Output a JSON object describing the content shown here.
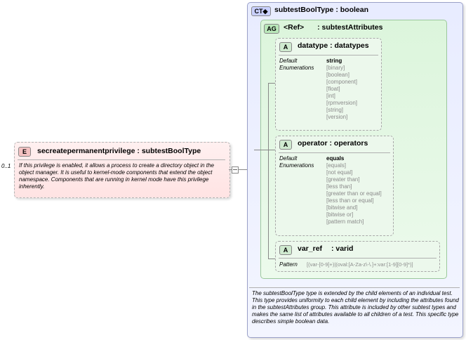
{
  "element": {
    "badge": "E",
    "title": "secreatepermanentprivilege",
    "type": ": subtestBoolType",
    "cardinality": "0..1",
    "description": "If this privilege is enabled, it allows a process to create a directory object in the object manager. It is useful to kernel-mode components that extend the object namespace. Components that are running in kernel mode have this privilege inherently."
  },
  "complex_type": {
    "badge": "CT",
    "title": "subtestBoolType",
    "type": ": boolean",
    "description": "The subtestBoolType type is extended by the child elements of an individual test.  This type provides uniformity to each child element by including the attributes found in the subtestAttributes group.  This attribute is included by other subtest types and makes the same list of attributes available to all children of a test.  This specific type describes simple boolean data."
  },
  "attribute_group": {
    "badge": "AG",
    "ref_label": "<Ref>",
    "name": ": subtestAttributes"
  },
  "attributes": [
    {
      "badge": "A",
      "name": "datatype",
      "type": ": datatypes",
      "default_label": "Default",
      "enum_label": "Enumerations",
      "default_value": "string",
      "enumerations": [
        "[binary]",
        "[boolean]",
        "[component]",
        "[float]",
        "[int]",
        "[rpmversion]",
        "[string]",
        "[version]"
      ]
    },
    {
      "badge": "A",
      "name": "operator",
      "type": ": operators",
      "default_label": "Default",
      "enum_label": "Enumerations",
      "default_value": "equals",
      "enumerations": [
        "[equals]",
        "[not equal]",
        "[greater than]",
        "[less than]",
        "[greater than or equal]",
        "[less than or equal]",
        "[bitwise and]",
        "[bitwise or]",
        "[pattern match]"
      ]
    },
    {
      "badge": "A",
      "name": "var_ref",
      "type": ": varid",
      "pattern_label": "Pattern",
      "pattern": "[(var-[0-9]+)|(oval:[A-Za-z\\-\\.]+:var:[1-9][0-9]*)]"
    }
  ]
}
